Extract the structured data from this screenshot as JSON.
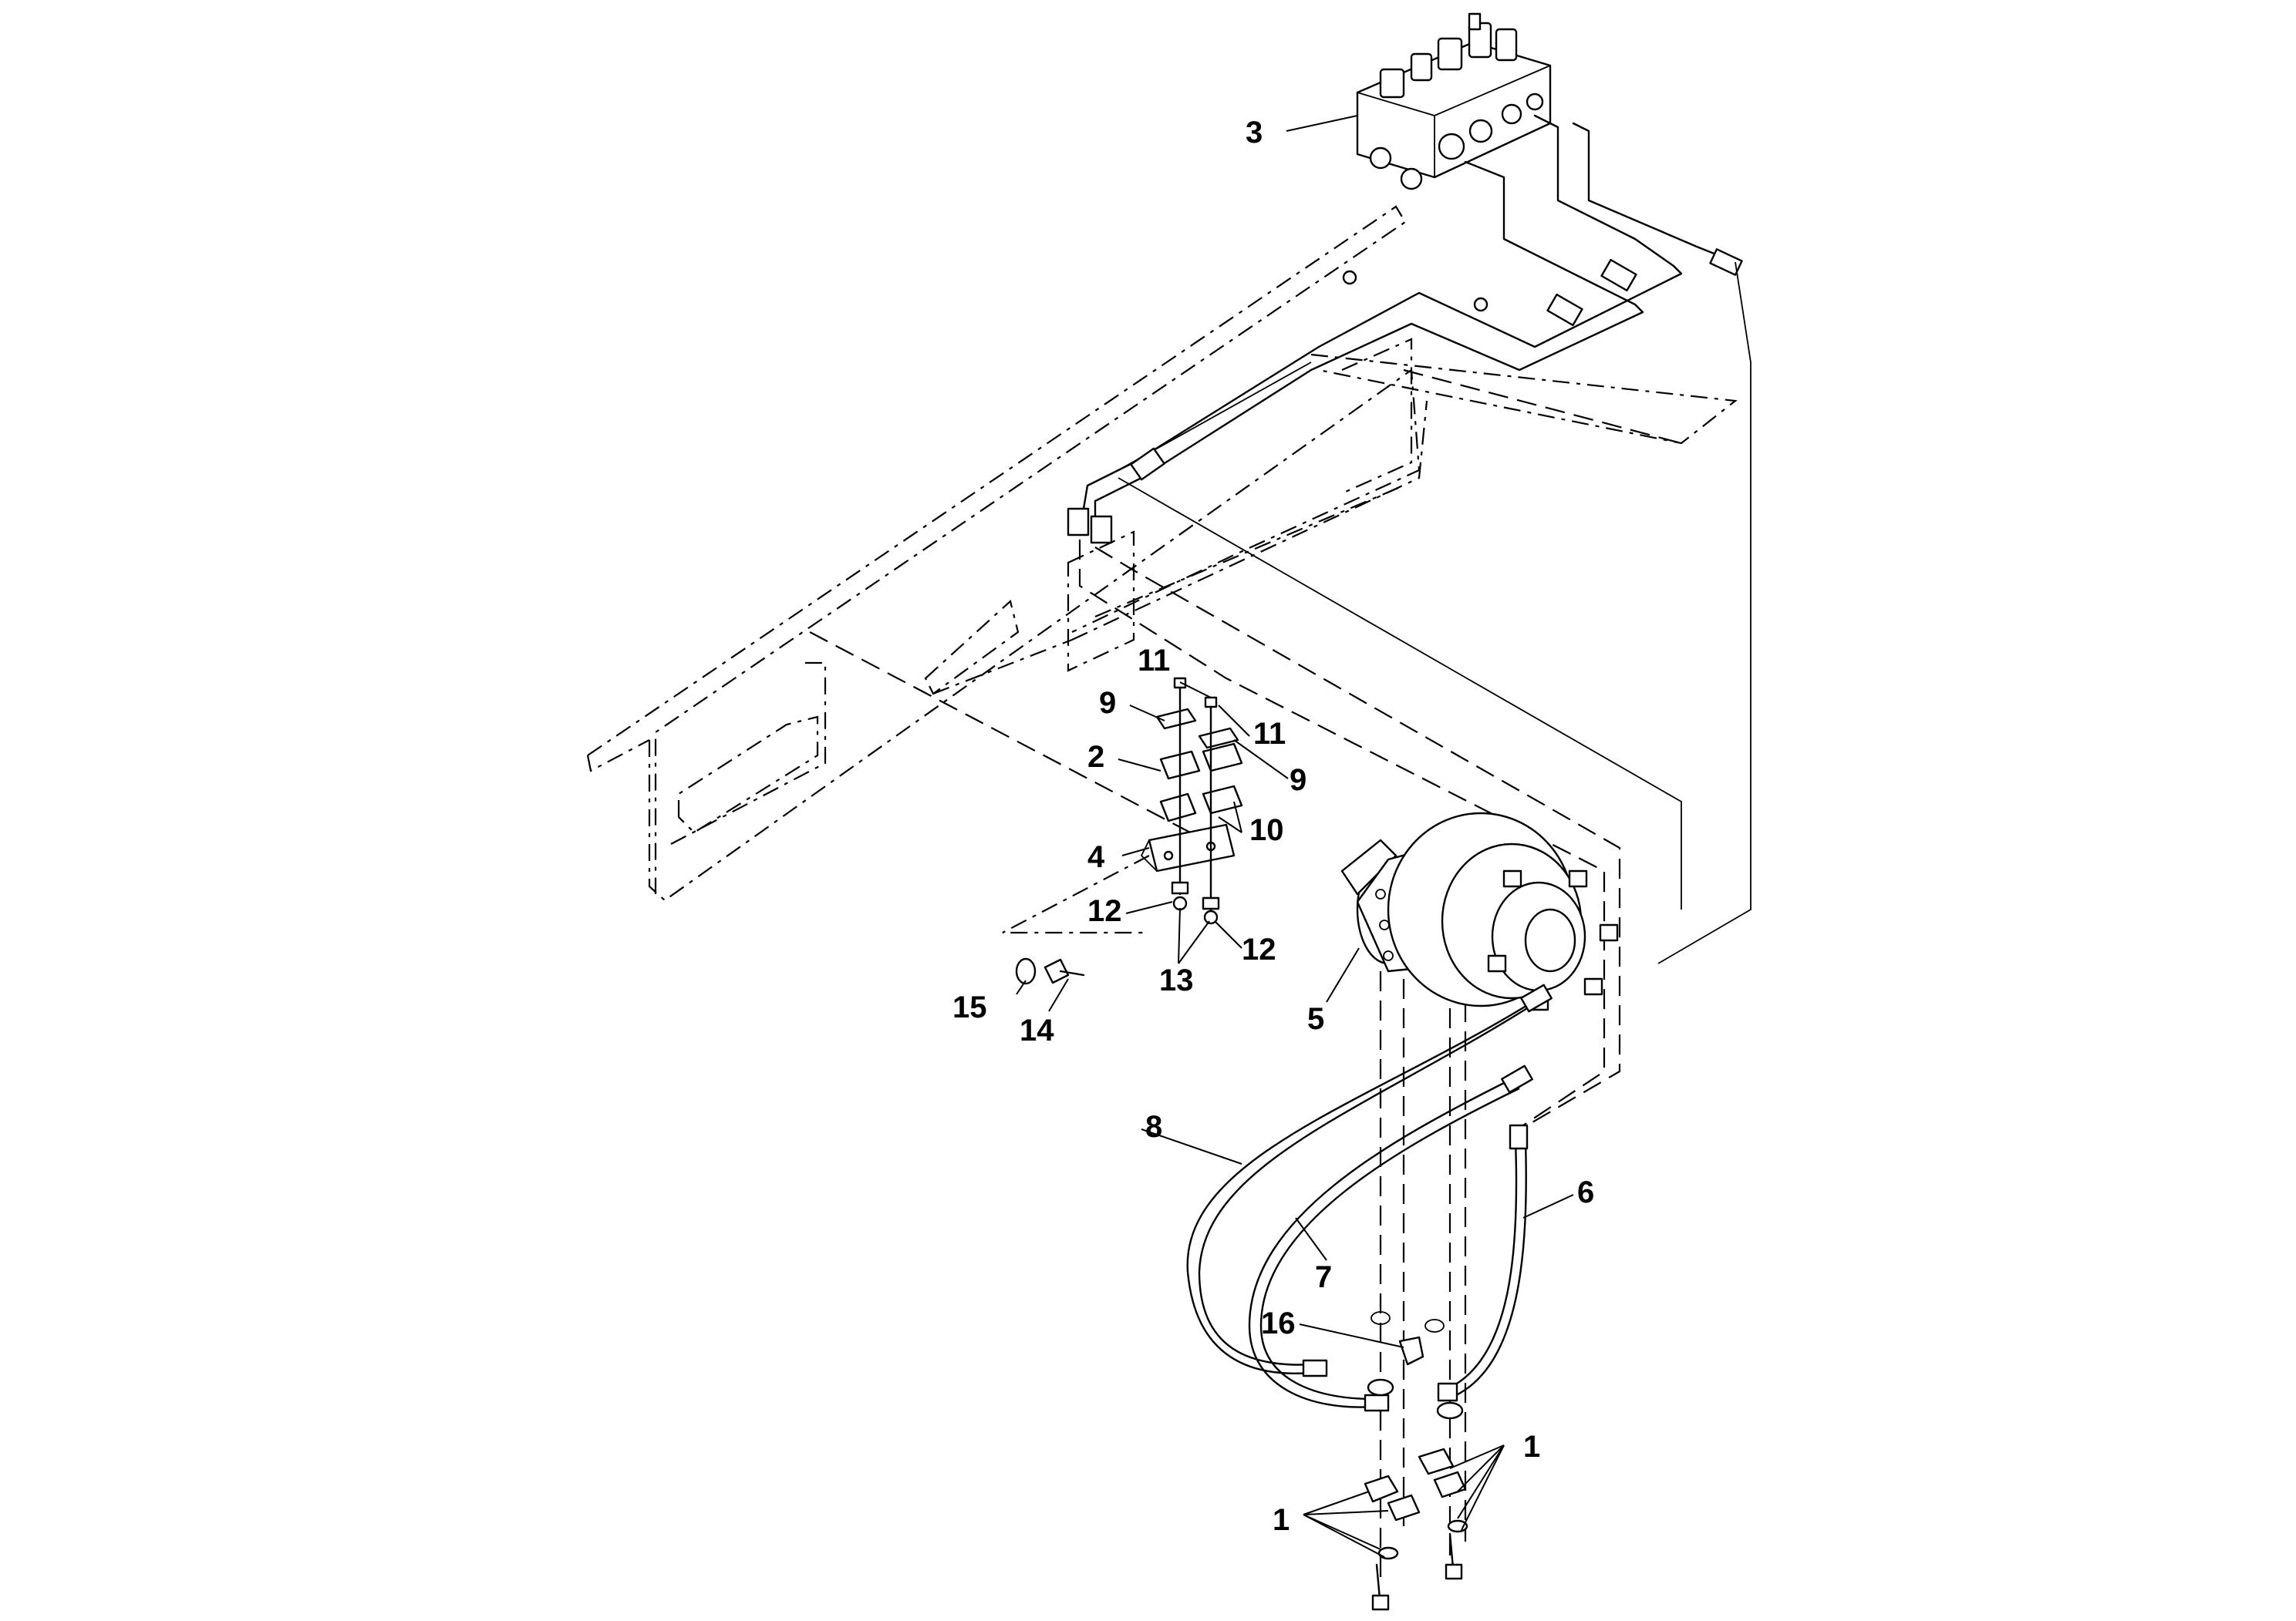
{
  "diagram": {
    "type": "exploded parts diagram",
    "callouts": [
      {
        "id": "c1a",
        "text": "1"
      },
      {
        "id": "c1b",
        "text": "1"
      },
      {
        "id": "c2",
        "text": "2"
      },
      {
        "id": "c3",
        "text": "3"
      },
      {
        "id": "c4",
        "text": "4"
      },
      {
        "id": "c5",
        "text": "5"
      },
      {
        "id": "c6",
        "text": "6"
      },
      {
        "id": "c7",
        "text": "7"
      },
      {
        "id": "c8",
        "text": "8"
      },
      {
        "id": "c9a",
        "text": "9"
      },
      {
        "id": "c9b",
        "text": "9"
      },
      {
        "id": "c10",
        "text": "10"
      },
      {
        "id": "c11a",
        "text": "11"
      },
      {
        "id": "c11b",
        "text": "11"
      },
      {
        "id": "c12a",
        "text": "12"
      },
      {
        "id": "c12b",
        "text": "12"
      },
      {
        "id": "c13",
        "text": "13"
      },
      {
        "id": "c14",
        "text": "14"
      },
      {
        "id": "c15",
        "text": "15"
      },
      {
        "id": "c16",
        "text": "16"
      }
    ]
  }
}
